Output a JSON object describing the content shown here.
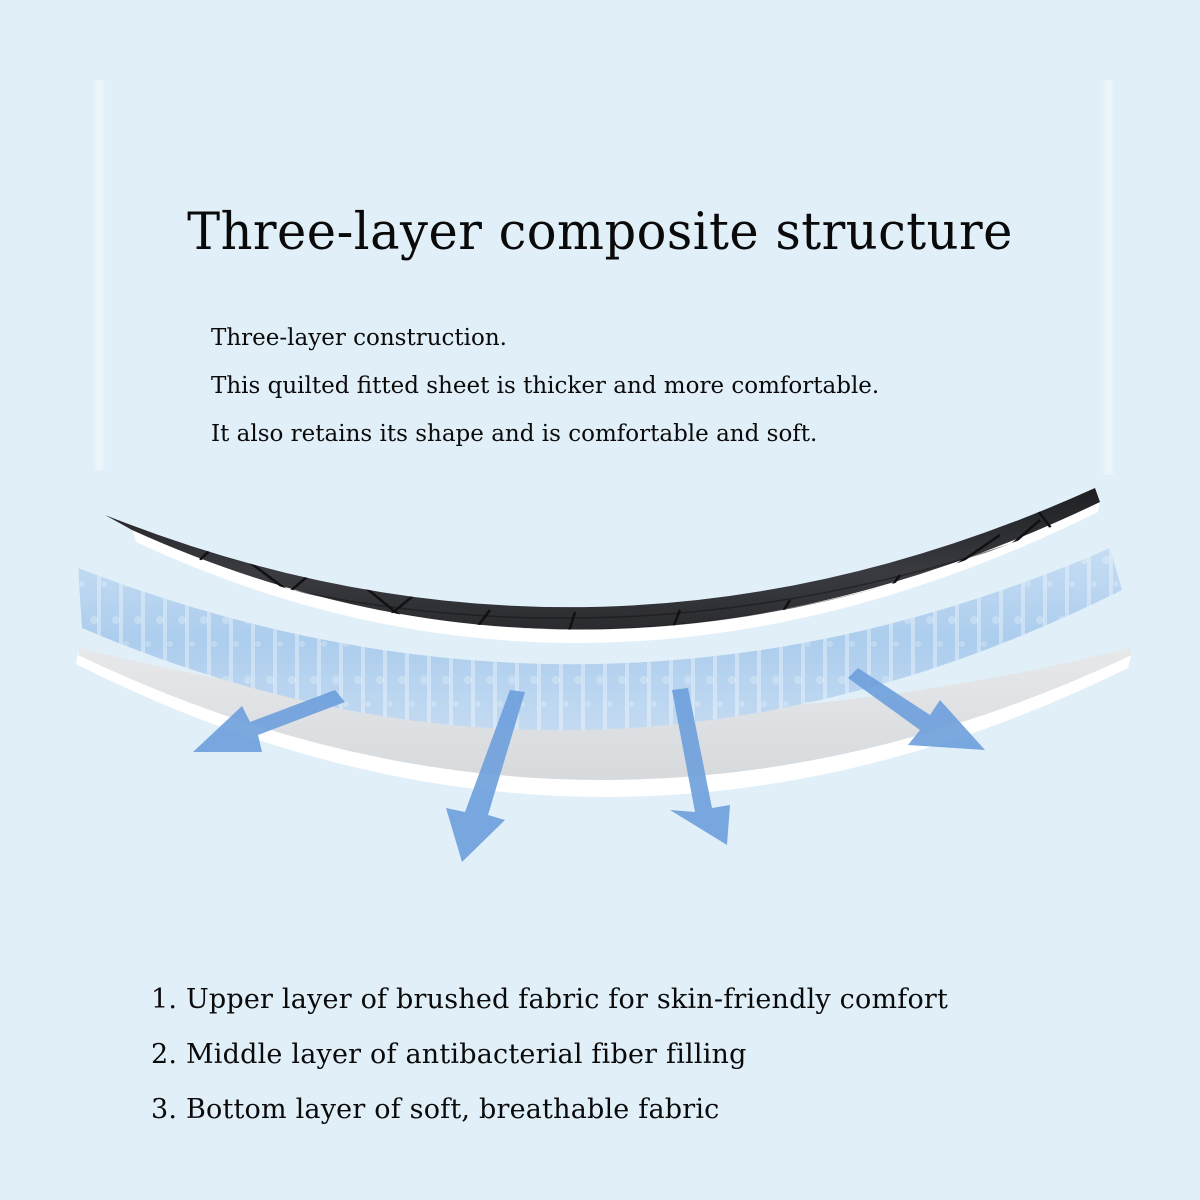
{
  "header": {
    "title": "Three-layer composite structure"
  },
  "intro": {
    "lines": [
      "Three-layer construction.",
      "This quilted fitted sheet is thicker and more comfortable.",
      "It also retains its shape and is comfortable and soft."
    ]
  },
  "illustration": {
    "layers": [
      {
        "name": "upper-brushed-fabric",
        "color": "#2f3034"
      },
      {
        "name": "middle-fiber-filling",
        "color": "#b4d3ef"
      },
      {
        "name": "bottom-breathable-fabric",
        "color": "#dfe1e4"
      }
    ],
    "arrow_color": "#6d9fdc",
    "arrow_count": 4
  },
  "features": {
    "items": [
      "1. Upper layer of brushed fabric for skin-friendly comfort",
      "2. Middle layer of antibacterial fiber filling",
      "3. Bottom layer of soft, breathable fabric"
    ]
  },
  "colors": {
    "background": "#e1eff9",
    "text": "#0a0a0a"
  }
}
